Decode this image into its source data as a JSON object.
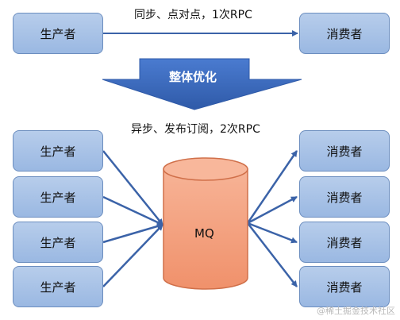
{
  "top": {
    "caption": "同步、点对点，1次RPC",
    "producer": "生产者",
    "consumer": "消费者"
  },
  "optimize": {
    "label": "整体优化"
  },
  "bottom": {
    "caption": "异步、发布订阅，2次RPC",
    "producers": [
      "生产者",
      "生产者",
      "生产者",
      "生产者"
    ],
    "consumers": [
      "消费者",
      "消费者",
      "消费者",
      "消费者"
    ],
    "mq": "MQ"
  },
  "watermark": "@稀土掘金技术社区",
  "colors": {
    "box_fill": "#a8c3e6",
    "box_border": "#6c8ebf",
    "arrow": "#3b63a8",
    "optimize_arrow": "#3f6dbf",
    "mq_fill": "#f4a27f",
    "mq_border": "#d0704a"
  }
}
